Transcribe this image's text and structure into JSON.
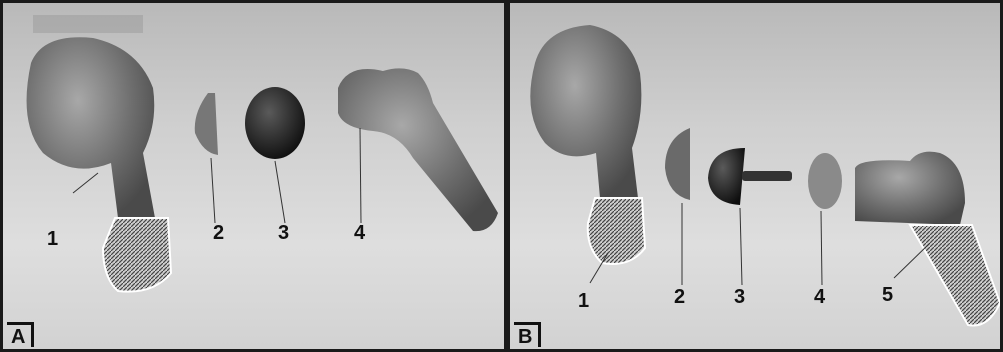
{
  "panel_a": {
    "letter": "A",
    "labels": [
      "1",
      "2",
      "3",
      "4"
    ]
  },
  "panel_b": {
    "letter": "B",
    "labels": [
      "1",
      "2",
      "3",
      "4",
      "5"
    ]
  }
}
